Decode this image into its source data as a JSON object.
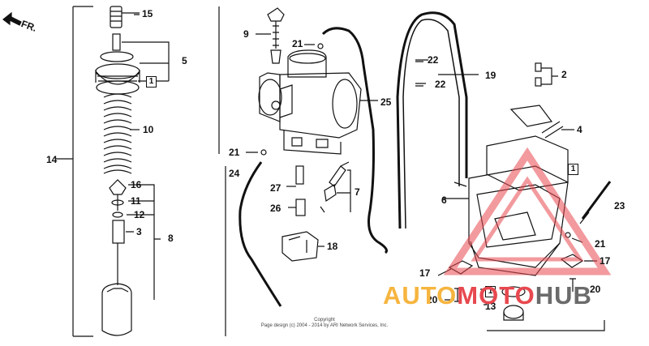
{
  "direction_label": "FR.",
  "part_numbers": {
    "p1a": "1",
    "p1b": "1",
    "p1c": "1",
    "p2": "2",
    "p3": "3",
    "p4": "4",
    "p5": "5",
    "p6": "6",
    "p7": "7",
    "p8": "8",
    "p9": "9",
    "p10": "10",
    "p11": "11",
    "p12": "12",
    "p13": "13",
    "p14": "14",
    "p15": "15",
    "p16": "16",
    "p17a": "17",
    "p17b": "17",
    "p18": "18",
    "p19": "19",
    "p20a": "20",
    "p20b": "20",
    "p21a": "21",
    "p21b": "21",
    "p21c": "21",
    "p22a": "22",
    "p22b": "22",
    "p23": "23",
    "p24": "24",
    "p25": "25",
    "p26": "26",
    "p27": "27"
  },
  "copyright": {
    "line1": "Copyright",
    "line2": "Page design (c) 2004 - 2014 by ARI Network Services, Inc."
  },
  "watermark": {
    "part1": "AUTO",
    "part2": "MOTO",
    "part3": "HUB"
  },
  "colors": {
    "watermark_orange": "#f6b53f",
    "watermark_red": "#e8484f",
    "watermark_gray": "#6b6b6b"
  }
}
